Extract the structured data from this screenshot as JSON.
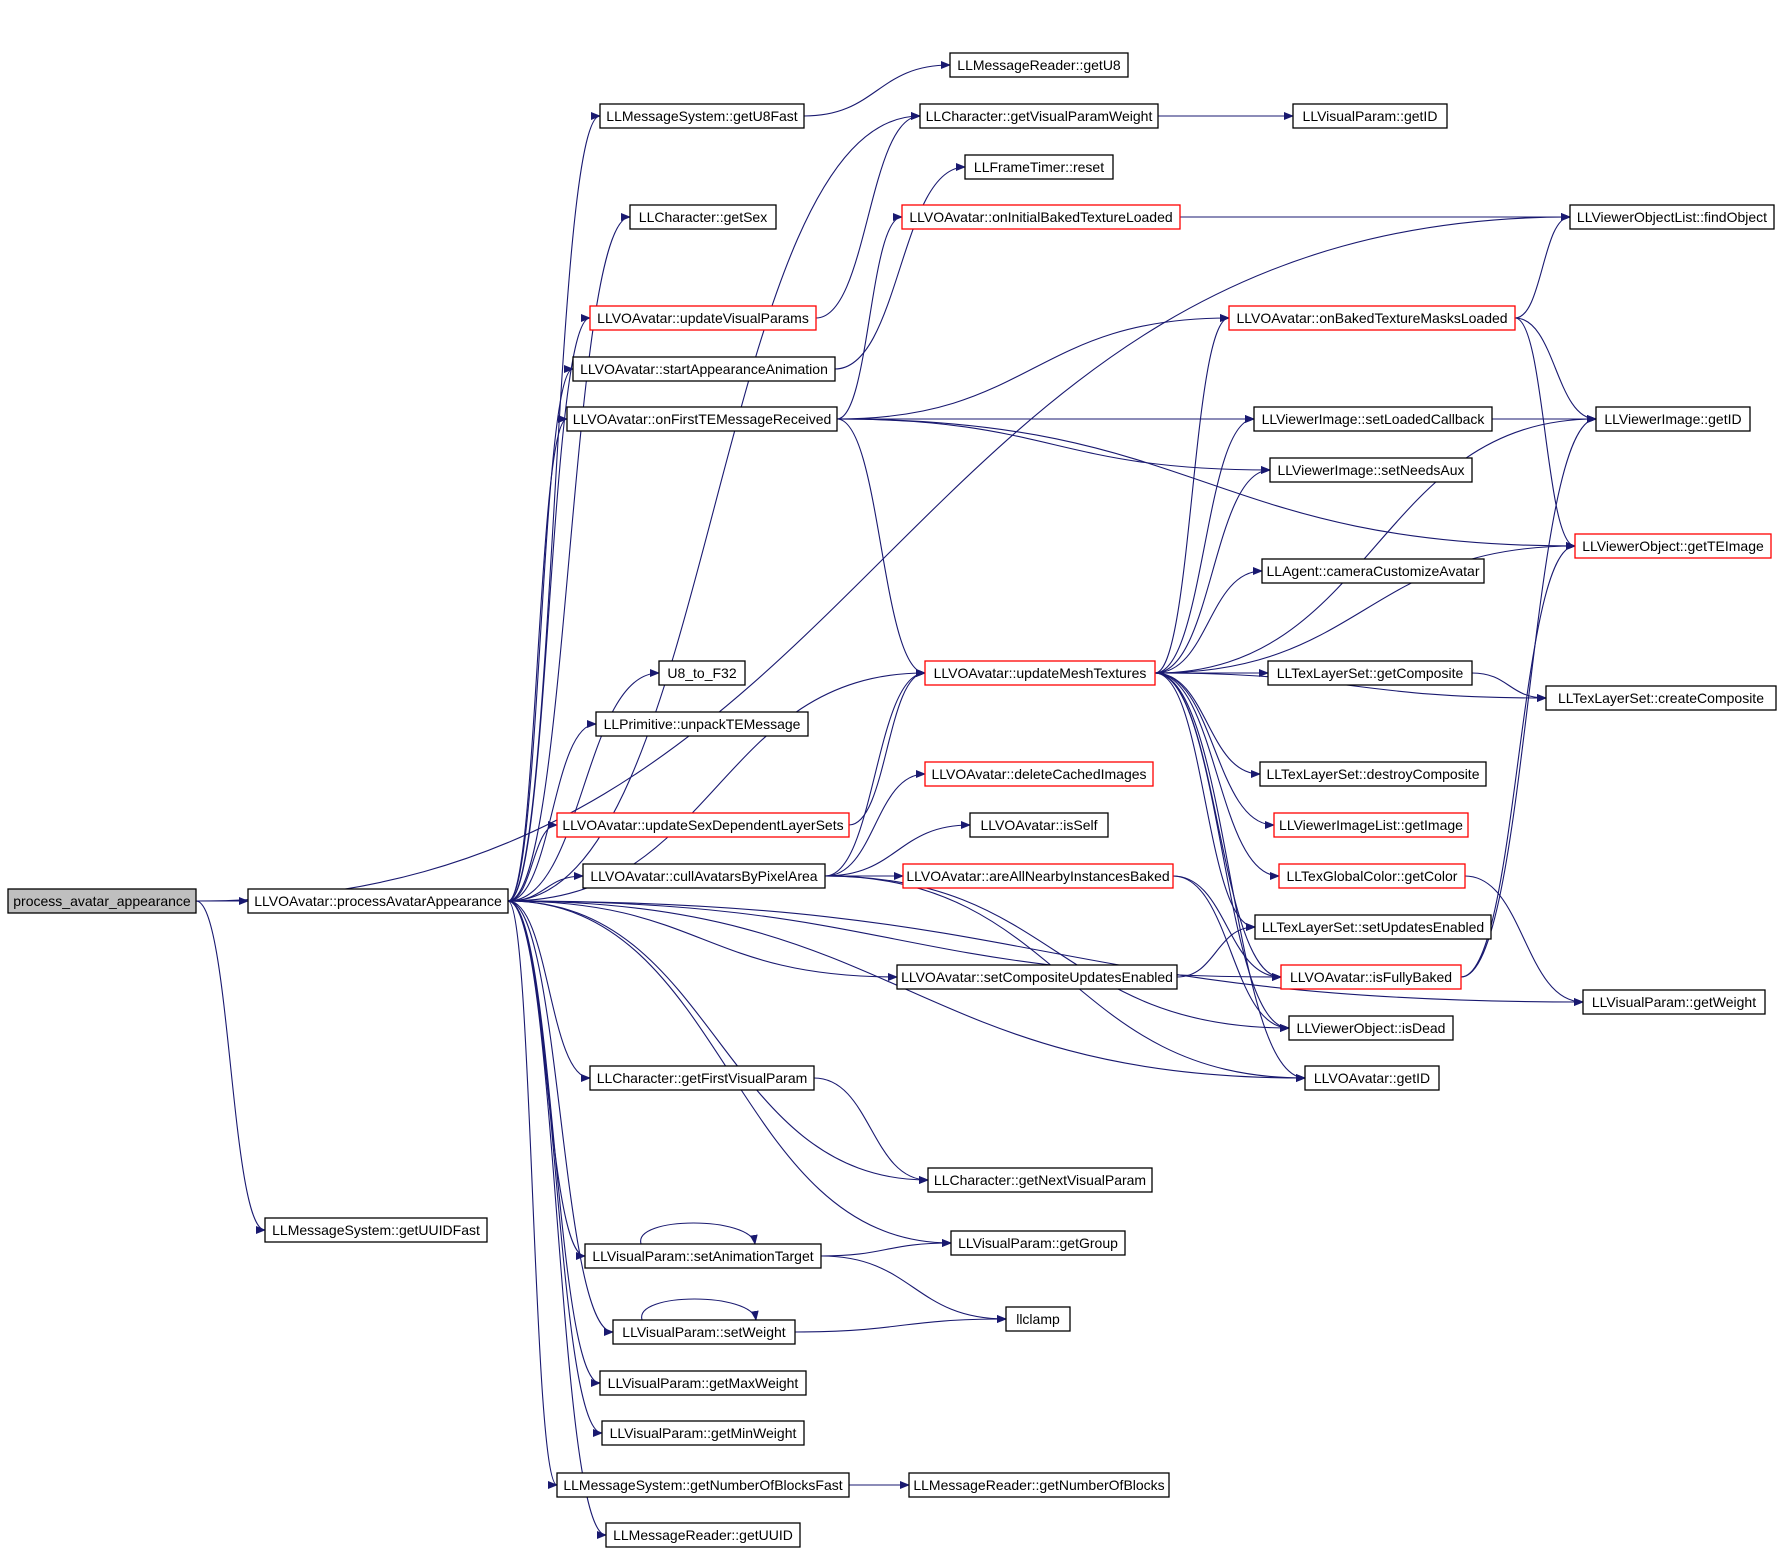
{
  "colors": {
    "edge": "#191970",
    "node_border": "#000000",
    "node_border_truncated": "#ff0000",
    "root_fill": "#bfbfbf",
    "node_fill": "#ffffff"
  },
  "nodes": [
    {
      "id": "n0",
      "label": "process_avatar_appearance",
      "root": true
    },
    {
      "id": "n1",
      "label": "LLVOAvatar::processAvatarAppearance"
    },
    {
      "id": "n2",
      "label": "LLMessageSystem::getUUIDFast"
    },
    {
      "id": "n3",
      "label": "LLViewerObjectList::findObject"
    },
    {
      "id": "n4",
      "label": "LLMessageSystem::getU8Fast"
    },
    {
      "id": "n5",
      "label": "LLMessageReader::getU8"
    },
    {
      "id": "n6",
      "label": "LLCharacter::getSex"
    },
    {
      "id": "n7",
      "label": "LLVOAvatar::updateVisualParams",
      "truncated": true
    },
    {
      "id": "n8",
      "label": "LLVOAvatar::startAppearanceAnimation"
    },
    {
      "id": "n9",
      "label": "LLVOAvatar::onFirstTEMessageReceived"
    },
    {
      "id": "n10",
      "label": "U8_to_F32"
    },
    {
      "id": "n11",
      "label": "LLPrimitive::unpackTEMessage"
    },
    {
      "id": "n12",
      "label": "LLVOAvatar::updateSexDependentLayerSets",
      "truncated": true
    },
    {
      "id": "n13",
      "label": "LLVOAvatar::cullAvatarsByPixelArea"
    },
    {
      "id": "n14",
      "label": "LLCharacter::getFirstVisualParam"
    },
    {
      "id": "n15",
      "label": "LLVisualParam::setAnimationTarget"
    },
    {
      "id": "n16",
      "label": "LLVisualParam::setWeight"
    },
    {
      "id": "n17",
      "label": "LLVisualParam::getMaxWeight"
    },
    {
      "id": "n18",
      "label": "LLVisualParam::getMinWeight"
    },
    {
      "id": "n19",
      "label": "LLMessageSystem::getNumberOfBlocksFast"
    },
    {
      "id": "n20",
      "label": "LLMessageReader::getUUID"
    },
    {
      "id": "n21",
      "label": "LLCharacter::getVisualParamWeight"
    },
    {
      "id": "n22",
      "label": "LLVisualParam::getID"
    },
    {
      "id": "n23",
      "label": "LLFrameTimer::reset"
    },
    {
      "id": "n24",
      "label": "LLVOAvatar::onInitialBakedTextureLoaded",
      "truncated": true
    },
    {
      "id": "n25",
      "label": "LLVOAvatar::onBakedTextureMasksLoaded",
      "truncated": true
    },
    {
      "id": "n26",
      "label": "LLViewerImage::setLoadedCallback"
    },
    {
      "id": "n27",
      "label": "LLViewerImage::setNeedsAux"
    },
    {
      "id": "n28",
      "label": "LLViewerImage::getID"
    },
    {
      "id": "n29",
      "label": "LLViewerObject::getTEImage",
      "truncated": true
    },
    {
      "id": "n30",
      "label": "LLAgent::cameraCustomizeAvatar"
    },
    {
      "id": "n31",
      "label": "LLVOAvatar::updateMeshTextures",
      "truncated": true
    },
    {
      "id": "n32",
      "label": "LLTexLayerSet::getComposite"
    },
    {
      "id": "n33",
      "label": "LLTexLayerSet::createComposite"
    },
    {
      "id": "n34",
      "label": "LLTexLayerSet::destroyComposite"
    },
    {
      "id": "n35",
      "label": "LLViewerImageList::getImage",
      "truncated": true
    },
    {
      "id": "n36",
      "label": "LLTexGlobalColor::getColor",
      "truncated": true
    },
    {
      "id": "n37",
      "label": "LLTexLayerSet::setUpdatesEnabled"
    },
    {
      "id": "n38",
      "label": "LLVOAvatar::isFullyBaked",
      "truncated": true
    },
    {
      "id": "n39",
      "label": "LLViewerObject::isDead"
    },
    {
      "id": "n40",
      "label": "LLVOAvatar::getID"
    },
    {
      "id": "n41",
      "label": "LLVisualParam::getWeight"
    },
    {
      "id": "n42",
      "label": "LLVOAvatar::deleteCachedImages",
      "truncated": true
    },
    {
      "id": "n43",
      "label": "LLVOAvatar::isSelf"
    },
    {
      "id": "n44",
      "label": "LLVOAvatar::areAllNearbyInstancesBaked",
      "truncated": true
    },
    {
      "id": "n45",
      "label": "LLVOAvatar::setCompositeUpdatesEnabled"
    },
    {
      "id": "n46",
      "label": "LLCharacter::getNextVisualParam"
    },
    {
      "id": "n47",
      "label": "LLVisualParam::getGroup"
    },
    {
      "id": "n48",
      "label": "llclamp"
    },
    {
      "id": "n49",
      "label": "LLMessageReader::getNumberOfBlocks"
    }
  ],
  "edges": [
    [
      "n0",
      "n1"
    ],
    [
      "n0",
      "n2"
    ],
    [
      "n0",
      "n3"
    ],
    [
      "n1",
      "n4"
    ],
    [
      "n1",
      "n6"
    ],
    [
      "n1",
      "n7"
    ],
    [
      "n1",
      "n8"
    ],
    [
      "n1",
      "n9"
    ],
    [
      "n1",
      "n10"
    ],
    [
      "n1",
      "n11"
    ],
    [
      "n1",
      "n12"
    ],
    [
      "n1",
      "n13"
    ],
    [
      "n1",
      "n14"
    ],
    [
      "n1",
      "n15"
    ],
    [
      "n1",
      "n16"
    ],
    [
      "n1",
      "n17"
    ],
    [
      "n1",
      "n18"
    ],
    [
      "n1",
      "n19"
    ],
    [
      "n1",
      "n20"
    ],
    [
      "n1",
      "n21"
    ],
    [
      "n1",
      "n31"
    ],
    [
      "n1",
      "n40"
    ],
    [
      "n1",
      "n41"
    ],
    [
      "n1",
      "n45"
    ],
    [
      "n1",
      "n46"
    ],
    [
      "n1",
      "n47"
    ],
    [
      "n1",
      "n38"
    ],
    [
      "n4",
      "n5"
    ],
    [
      "n7",
      "n21"
    ],
    [
      "n8",
      "n23"
    ],
    [
      "n9",
      "n24"
    ],
    [
      "n9",
      "n25"
    ],
    [
      "n9",
      "n26"
    ],
    [
      "n9",
      "n27"
    ],
    [
      "n9",
      "n28"
    ],
    [
      "n9",
      "n29"
    ],
    [
      "n9",
      "n31"
    ],
    [
      "n12",
      "n31"
    ],
    [
      "n13",
      "n42"
    ],
    [
      "n13",
      "n43"
    ],
    [
      "n13",
      "n44"
    ],
    [
      "n13",
      "n31"
    ],
    [
      "n13",
      "n40"
    ],
    [
      "n13",
      "n39"
    ],
    [
      "n14",
      "n46"
    ],
    [
      "n15",
      "n15"
    ],
    [
      "n15",
      "n47"
    ],
    [
      "n15",
      "n48"
    ],
    [
      "n16",
      "n16"
    ],
    [
      "n16",
      "n48"
    ],
    [
      "n19",
      "n49"
    ],
    [
      "n21",
      "n22"
    ],
    [
      "n24",
      "n3"
    ],
    [
      "n25",
      "n3"
    ],
    [
      "n25",
      "n28"
    ],
    [
      "n25",
      "n29"
    ],
    [
      "n31",
      "n25"
    ],
    [
      "n31",
      "n26"
    ],
    [
      "n31",
      "n27"
    ],
    [
      "n31",
      "n28"
    ],
    [
      "n31",
      "n29"
    ],
    [
      "n31",
      "n30"
    ],
    [
      "n31",
      "n32"
    ],
    [
      "n31",
      "n33"
    ],
    [
      "n31",
      "n34"
    ],
    [
      "n31",
      "n35"
    ],
    [
      "n31",
      "n36"
    ],
    [
      "n31",
      "n37"
    ],
    [
      "n31",
      "n38"
    ],
    [
      "n31",
      "n39"
    ],
    [
      "n31",
      "n40"
    ],
    [
      "n32",
      "n33"
    ],
    [
      "n36",
      "n41"
    ],
    [
      "n38",
      "n28"
    ],
    [
      "n38",
      "n29"
    ],
    [
      "n44",
      "n38"
    ],
    [
      "n44",
      "n39"
    ],
    [
      "n45",
      "n37"
    ]
  ]
}
